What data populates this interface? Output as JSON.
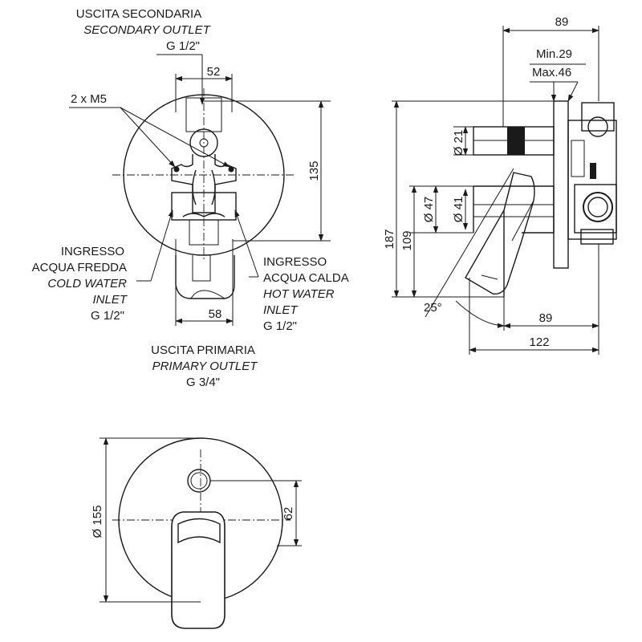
{
  "front_view": {
    "secondary_outlet_it": "USCITA SECONDARIA",
    "secondary_outlet_en": "SECONDARY OUTLET",
    "secondary_outlet_size": "G 1/2\"",
    "screws": "2 x M5",
    "dim_52": "52",
    "dim_135": "135",
    "dim_58": "58",
    "cold_inlet_it_1": "INGRESSO",
    "cold_inlet_it_2": "ACQUA FREDDA",
    "cold_inlet_en_1": "COLD WATER",
    "cold_inlet_en_2": "INLET",
    "cold_inlet_size": "G 1/2\"",
    "hot_inlet_it_1": "INGRESSO",
    "hot_inlet_it_2": "ACQUA CALDA",
    "hot_inlet_en_1": "HOT WATER",
    "hot_inlet_en_2": "INLET",
    "hot_inlet_size": "G 1/2\"",
    "primary_outlet_it": "USCITA PRIMARIA",
    "primary_outlet_en": "PRIMARY OUTLET",
    "primary_outlet_size": "G 3/4\""
  },
  "side_view": {
    "dim_89_top": "89",
    "min": "Min.29",
    "max": "Max.46",
    "dia_21": "Ø 21",
    "dia_47": "Ø 47",
    "dia_41": "Ø 41",
    "dim_187": "187",
    "dim_109": "109",
    "angle": "25°",
    "dim_89_bottom": "89",
    "dim_122": "122"
  },
  "plate_view": {
    "dia_155": "Ø 155",
    "dim_62": "62"
  }
}
